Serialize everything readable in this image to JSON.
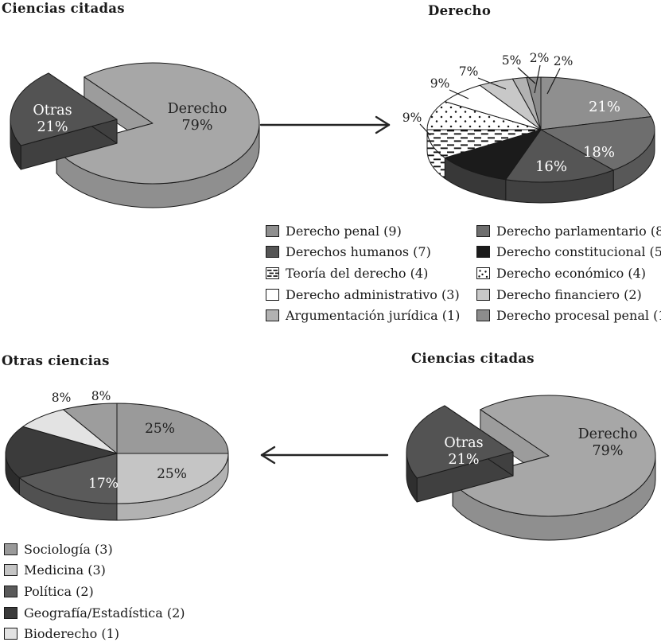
{
  "figure": {
    "background": "#ffffff"
  },
  "arrows": [
    {
      "id": "arrow-ciencias-to-derecho",
      "direction": "right"
    },
    {
      "id": "arrow-ciencias-to-otras",
      "direction": "left"
    }
  ],
  "chart_data": [
    {
      "id": "ciencias-citadas-top",
      "type": "pie",
      "title": "Ciencias citadas",
      "style": "3d-exploded",
      "slices": [
        {
          "label": "Derecho",
          "pct": 79,
          "color": "#a7a7a7",
          "side": "#8f8f8f",
          "face": "#9c9c9c"
        },
        {
          "label": "Otras",
          "pct": 21,
          "color": "#535353",
          "side": "#2f2f2f",
          "face": "#404040",
          "exploded": true
        }
      ]
    },
    {
      "id": "derecho-breakdown",
      "type": "pie",
      "title": "Derecho",
      "style": "3d",
      "slices": [
        {
          "label": "Derecho penal",
          "count": 9,
          "pct": 21,
          "color": "#8f8f8f",
          "side": "#757575"
        },
        {
          "label": "Derecho parlamentario",
          "count": 8,
          "pct": 18,
          "color": "#6e6e6e",
          "side": "#585858"
        },
        {
          "label": "Derechos humanos",
          "count": 7,
          "pct": 16,
          "color": "#555555",
          "side": "#414141"
        },
        {
          "label": "Derecho constitucional",
          "count": 5,
          "pct": 11,
          "color": "#1b1b1b",
          "side": "#383838"
        },
        {
          "label": "Teoría del derecho",
          "count": 4,
          "pct": 9,
          "pattern": "dash"
        },
        {
          "label": "Derecho económico",
          "count": 4,
          "pct": 9,
          "pattern": "dots"
        },
        {
          "label": "Derecho administrativo",
          "count": 3,
          "pct": 7,
          "color": "#ffffff",
          "side": "#d9d9d9"
        },
        {
          "label": "Derecho financiero",
          "count": 2,
          "pct": 5,
          "color": "#c8c8c8",
          "side": "#ababab"
        },
        {
          "label": "Argumentación jurídica",
          "count": 1,
          "pct": 2,
          "color": "#b2b2b2",
          "side": "#979797"
        },
        {
          "label": "Derecho procesal penal",
          "count": 1,
          "pct": 2,
          "color": "#8c8c8c",
          "side": "#717171"
        }
      ]
    },
    {
      "id": "otras-ciencias",
      "type": "pie",
      "title": "Otras ciencias",
      "style": "3d",
      "slices": [
        {
          "label": "Sociología",
          "count": 3,
          "pct": 25,
          "color": "#9a9a9a",
          "side": "#828282"
        },
        {
          "label": "Medicina",
          "count": 3,
          "pct": 25,
          "color": "#c5c5c5",
          "side": "#b2b2b2"
        },
        {
          "label": "Política",
          "count": 2,
          "pct": 17,
          "color": "#5a5a5a",
          "side": "#515151"
        },
        {
          "label": "Geografía/Estadística",
          "count": 2,
          "pct": 17,
          "color": "#3b3b3b",
          "side": "#2c2c2c"
        },
        {
          "label": "Bioderecho",
          "count": 1,
          "pct": 8,
          "color": "#e3e3e3",
          "side": "#c9c9c9"
        },
        {
          "label": "",
          "pct": 8,
          "color": "#9d9d9d",
          "side": "#858585",
          "legend": false
        }
      ]
    },
    {
      "id": "ciencias-citadas-bottom",
      "type": "pie",
      "title": "Ciencias citadas",
      "style": "3d-exploded",
      "slices": [
        {
          "label": "Derecho",
          "pct": 79,
          "color": "#a7a7a7",
          "side": "#8f8f8f",
          "face": "#9c9c9c"
        },
        {
          "label": "Otras",
          "pct": 21,
          "color": "#535353",
          "side": "#2f2f2f",
          "face": "#404040",
          "exploded": true
        }
      ]
    }
  ]
}
